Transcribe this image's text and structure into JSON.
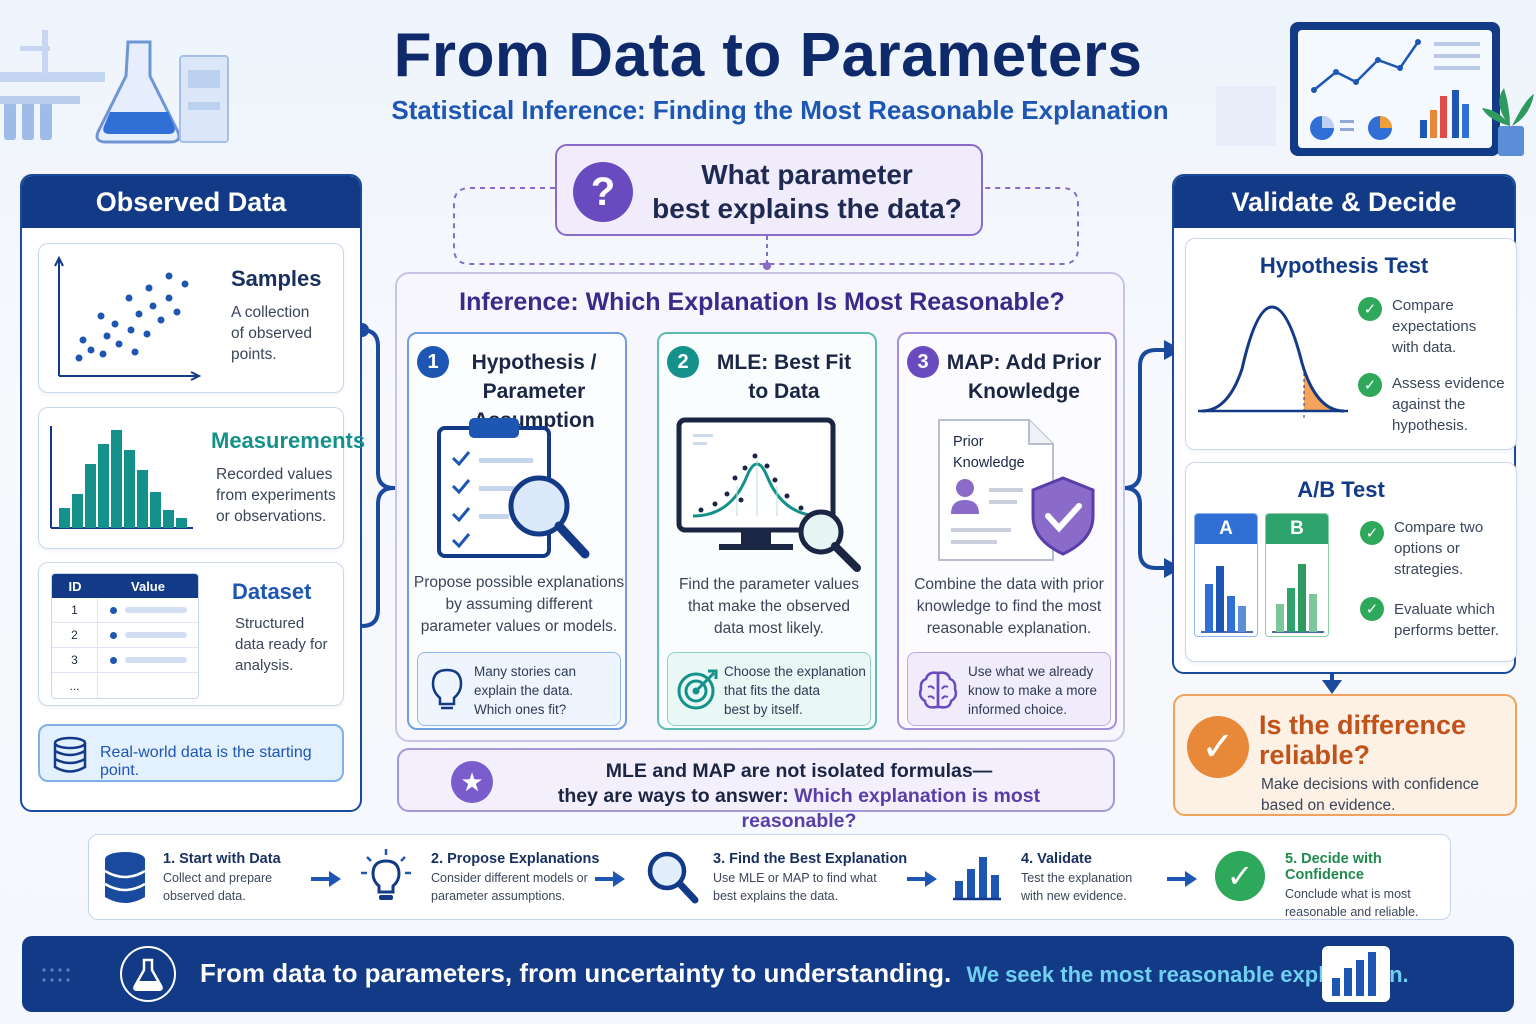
{
  "header": {
    "title": "From Data to Parameters",
    "subtitle": "Statistical Inference: Finding the Most Reasonable Explanation"
  },
  "observed": {
    "title": "Observed Data",
    "samples": {
      "title": "Samples",
      "text": [
        "A collection",
        "of observed",
        "points."
      ]
    },
    "measurements": {
      "title": "Measurements",
      "text": [
        "Recorded values",
        "from experiments",
        "or observations."
      ]
    },
    "dataset": {
      "title": "Dataset",
      "text": [
        "Structured",
        "data ready for",
        "analysis."
      ],
      "table": {
        "headers": [
          "ID",
          "Value"
        ],
        "rows": [
          "1",
          "2",
          "3",
          "..."
        ]
      }
    },
    "note": "Real-world data is the starting point."
  },
  "question": {
    "line1": "What parameter",
    "line2": "best explains the data?"
  },
  "inference": {
    "title": "Inference: Which Explanation Is Most Reasonable?",
    "steps": [
      {
        "number": "1",
        "title": [
          "Hypothesis /",
          "Parameter Assumption"
        ],
        "desc": [
          "Propose possible explanations",
          "by assuming different",
          "parameter values or models."
        ],
        "tip": [
          "Many stories can",
          "explain the data.",
          "Which ones fit?"
        ]
      },
      {
        "number": "2",
        "title": [
          "MLE: Best Fit",
          "to Data"
        ],
        "desc": [
          "Find the parameter values",
          "that make the observed",
          "data most likely."
        ],
        "tip": [
          "Choose the explanation",
          "that fits the data",
          "best by itself."
        ]
      },
      {
        "number": "3",
        "title": [
          "MAP: Add Prior",
          "Knowledge"
        ],
        "doc_label": [
          "Prior",
          "Knowledge"
        ],
        "desc": [
          "Combine the data with prior",
          "knowledge to find the most",
          "reasonable explanation."
        ],
        "tip": [
          "Use what we already",
          "know to make a more",
          "informed choice."
        ]
      }
    ],
    "note": {
      "line1": "MLE and MAP are not isolated formulas—",
      "line2a": "they are ways to answer: ",
      "line2b": "Which explanation is most reasonable?"
    }
  },
  "validate": {
    "title": "Validate & Decide",
    "hypothesis_test": {
      "title": "Hypothesis Test",
      "items": [
        [
          "Compare",
          "expectations",
          "with data."
        ],
        [
          "Assess evidence",
          "against the",
          "hypothesis."
        ]
      ]
    },
    "ab_test": {
      "title": "A/B Test",
      "label_a": "A",
      "label_b": "B",
      "items": [
        [
          "Compare two",
          "options or",
          "strategies."
        ],
        [
          "Evaluate which",
          "performs better."
        ]
      ]
    },
    "decision": {
      "title": [
        "Is the difference",
        "reliable?"
      ],
      "text": [
        "Make decisions with confidence",
        "based on evidence."
      ]
    }
  },
  "process": [
    {
      "title": "1. Start with Data",
      "text": [
        "Collect and prepare",
        "observed data."
      ]
    },
    {
      "title": "2. Propose Explanations",
      "text": [
        "Consider different models or",
        "parameter assumptions."
      ]
    },
    {
      "title": "3. Find the Best Explanation",
      "text": [
        "Use MLE or MAP to find what",
        "best explains the data."
      ]
    },
    {
      "title": "4. Validate",
      "text": [
        "Test the explanation",
        "with new evidence."
      ]
    },
    {
      "title": "5. Decide with Confidence",
      "text": [
        "Conclude what is most",
        "reasonable and reliable."
      ]
    }
  ],
  "footer": {
    "main": "From data to parameters, from uncertainty to understanding.",
    "accent": "We seek the most reasonable explanation."
  },
  "colors": {
    "navy": "#123a86",
    "blue": "#1d56b3",
    "teal": "#14918a",
    "purple": "#6a4bbf",
    "green": "#2ea85a",
    "orange": "#e8893a"
  }
}
